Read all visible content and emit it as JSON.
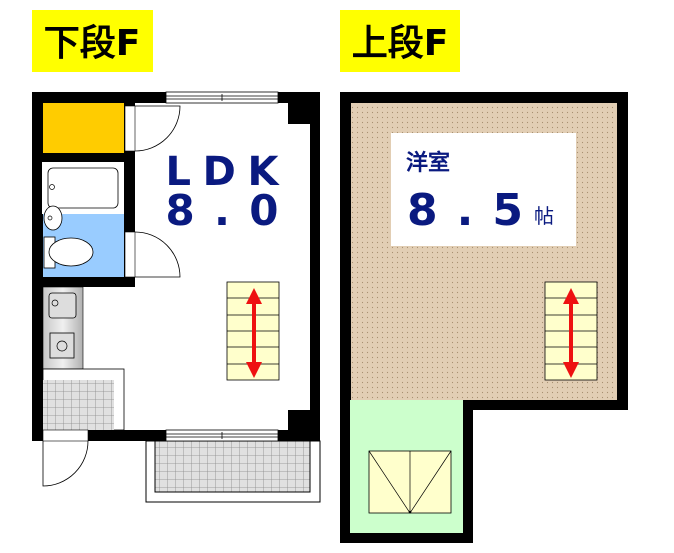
{
  "floors": {
    "lower": {
      "title": "下段F",
      "room_label": "LDK",
      "room_size": "8.0"
    },
    "upper": {
      "title": "上段F",
      "room_label": "洋室",
      "room_size": "8.5",
      "unit": "帖"
    }
  },
  "colors": {
    "wall": "#000000",
    "closet": "#ffcc00",
    "toilet": "#99ccff",
    "stairs": "#ffffcc",
    "arrow": "#ee1111",
    "upper_floor": "#e2ceb4",
    "entry_upper": "#ccffcc",
    "label_text": "#0a1a80",
    "title_bg": "#ffff00"
  }
}
